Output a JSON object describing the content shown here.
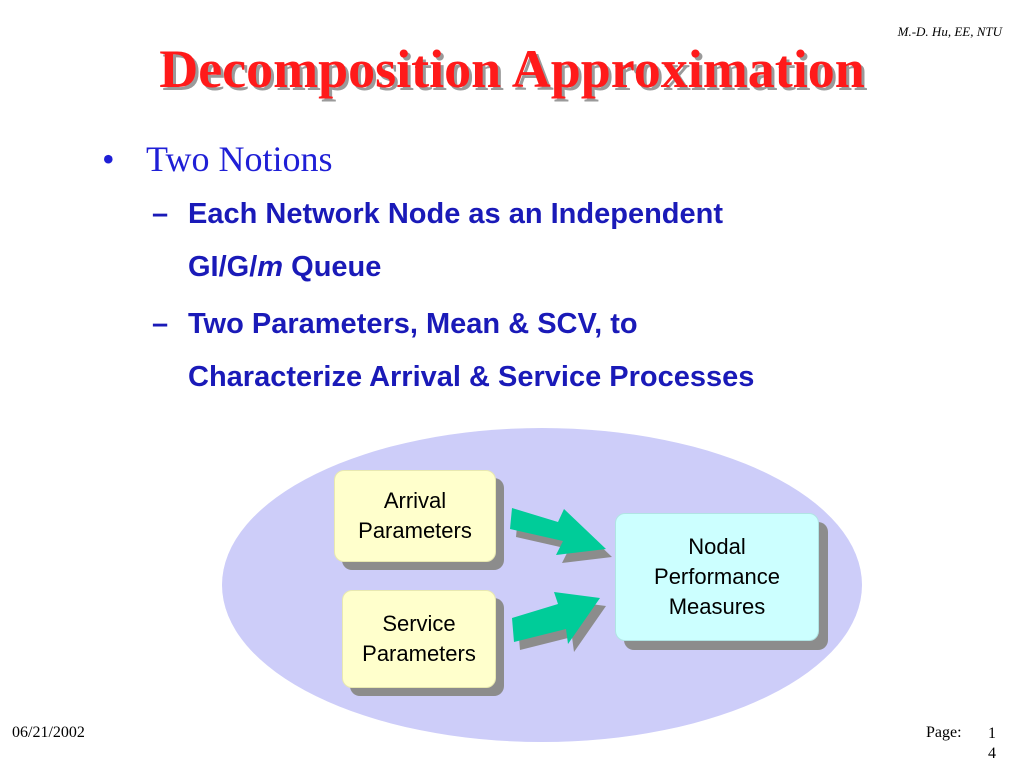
{
  "header": {
    "author": "M.-D. Hu, EE, NTU",
    "title": "Decomposition Approximation"
  },
  "content": {
    "bullet": {
      "marker": "•",
      "text": "Two Notions"
    },
    "subitems": [
      {
        "marker": "–",
        "line1": "Each Network Node as an Independent",
        "line2_pre": "GI/G/",
        "line2_italic": "m",
        "line2_post": " Queue"
      },
      {
        "marker": "–",
        "line1": "Two Parameters, Mean & SCV, to",
        "line2": "Characterize Arrival & Service Processes"
      }
    ]
  },
  "diagram": {
    "arrival": {
      "line1": "Arrival",
      "line2": "Parameters"
    },
    "service": {
      "line1": "Service",
      "line2": "Parameters"
    },
    "nodal": {
      "line1": "Nodal",
      "line2": "Performance",
      "line3": "Measures"
    },
    "colors": {
      "ellipse": "#cdcdf9",
      "input_box": "#ffffcc",
      "output_box": "#ccffff",
      "arrow": "#00cc99",
      "shadow": "#8c8c8c"
    }
  },
  "footer": {
    "date": "06/21/2002",
    "page_label": "Page:",
    "page_digit1": "1",
    "page_digit2": "4"
  }
}
